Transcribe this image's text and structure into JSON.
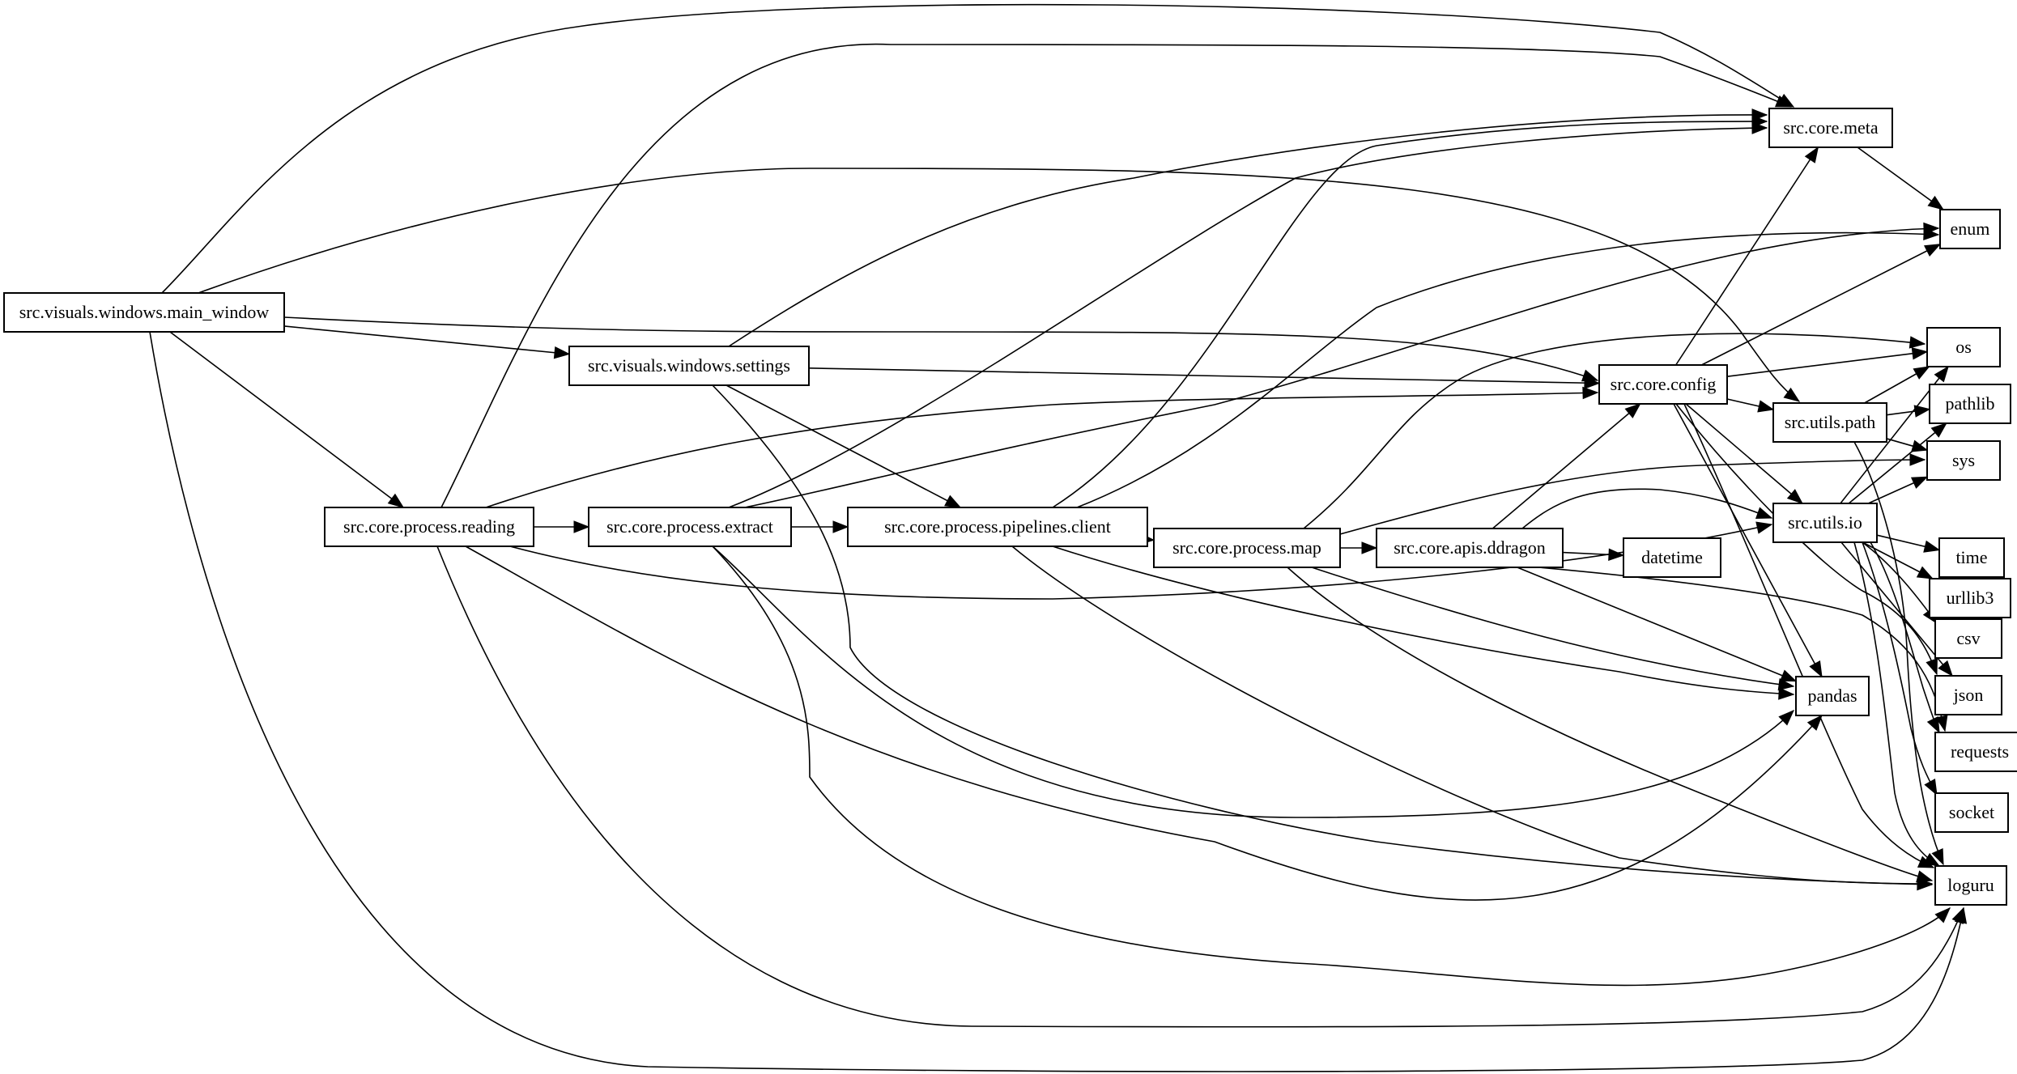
{
  "diagram": {
    "colors": {
      "node_border": "#000000",
      "node_fill": "#ffffff",
      "edge": "#000000",
      "text": "#000000",
      "background": "#ffffff"
    },
    "nodes": [
      {
        "id": "main_window",
        "label": "src.visuals.windows.main_window"
      },
      {
        "id": "settings",
        "label": "src.visuals.windows.settings"
      },
      {
        "id": "reading",
        "label": "src.core.process.reading"
      },
      {
        "id": "extract",
        "label": "src.core.process.extract"
      },
      {
        "id": "pipelines_client",
        "label": "src.core.process.pipelines.client"
      },
      {
        "id": "map",
        "label": "src.core.process.map"
      },
      {
        "id": "ddragon",
        "label": "src.core.apis.ddragon"
      },
      {
        "id": "datetime",
        "label": "datetime"
      },
      {
        "id": "config",
        "label": "src.core.config"
      },
      {
        "id": "meta",
        "label": "src.core.meta"
      },
      {
        "id": "enum",
        "label": "enum"
      },
      {
        "id": "os",
        "label": "os"
      },
      {
        "id": "utils_path",
        "label": "src.utils.path"
      },
      {
        "id": "pathlib",
        "label": "pathlib"
      },
      {
        "id": "sys",
        "label": "sys"
      },
      {
        "id": "utils_io",
        "label": "src.utils.io"
      },
      {
        "id": "time",
        "label": "time"
      },
      {
        "id": "urllib3",
        "label": "urllib3"
      },
      {
        "id": "csv",
        "label": "csv"
      },
      {
        "id": "json",
        "label": "json"
      },
      {
        "id": "pandas",
        "label": "pandas"
      },
      {
        "id": "requests",
        "label": "requests"
      },
      {
        "id": "socket",
        "label": "socket"
      },
      {
        "id": "loguru",
        "label": "loguru"
      }
    ],
    "edges": [
      {
        "from": "main_window",
        "to": "meta"
      },
      {
        "from": "main_window",
        "to": "utils_path"
      },
      {
        "from": "main_window",
        "to": "config"
      },
      {
        "from": "main_window",
        "to": "settings"
      },
      {
        "from": "main_window",
        "to": "reading"
      },
      {
        "from": "main_window",
        "to": "loguru"
      },
      {
        "from": "settings",
        "to": "meta"
      },
      {
        "from": "settings",
        "to": "config"
      },
      {
        "from": "settings",
        "to": "pipelines_client"
      },
      {
        "from": "settings",
        "to": "loguru"
      },
      {
        "from": "reading",
        "to": "meta"
      },
      {
        "from": "reading",
        "to": "config"
      },
      {
        "from": "reading",
        "to": "extract"
      },
      {
        "from": "reading",
        "to": "utils_io"
      },
      {
        "from": "reading",
        "to": "pandas"
      },
      {
        "from": "reading",
        "to": "loguru"
      },
      {
        "from": "extract",
        "to": "meta"
      },
      {
        "from": "extract",
        "to": "enum"
      },
      {
        "from": "extract",
        "to": "pipelines_client"
      },
      {
        "from": "extract",
        "to": "pandas"
      },
      {
        "from": "extract",
        "to": "loguru"
      },
      {
        "from": "pipelines_client",
        "to": "meta"
      },
      {
        "from": "pipelines_client",
        "to": "enum"
      },
      {
        "from": "pipelines_client",
        "to": "map"
      },
      {
        "from": "pipelines_client",
        "to": "pandas"
      },
      {
        "from": "pipelines_client",
        "to": "loguru"
      },
      {
        "from": "map",
        "to": "os"
      },
      {
        "from": "map",
        "to": "sys"
      },
      {
        "from": "map",
        "to": "ddragon"
      },
      {
        "from": "map",
        "to": "pandas"
      },
      {
        "from": "map",
        "to": "loguru"
      },
      {
        "from": "ddragon",
        "to": "config"
      },
      {
        "from": "ddragon",
        "to": "utils_io"
      },
      {
        "from": "ddragon",
        "to": "datetime"
      },
      {
        "from": "ddragon",
        "to": "pandas"
      },
      {
        "from": "ddragon",
        "to": "requests"
      },
      {
        "from": "config",
        "to": "meta"
      },
      {
        "from": "config",
        "to": "enum"
      },
      {
        "from": "config",
        "to": "os"
      },
      {
        "from": "config",
        "to": "utils_path"
      },
      {
        "from": "config",
        "to": "utils_io"
      },
      {
        "from": "config",
        "to": "pandas"
      },
      {
        "from": "config",
        "to": "json"
      },
      {
        "from": "config",
        "to": "loguru"
      },
      {
        "from": "meta",
        "to": "enum"
      },
      {
        "from": "utils_path",
        "to": "os"
      },
      {
        "from": "utils_path",
        "to": "pathlib"
      },
      {
        "from": "utils_path",
        "to": "sys"
      },
      {
        "from": "utils_path",
        "to": "loguru"
      },
      {
        "from": "utils_io",
        "to": "os"
      },
      {
        "from": "utils_io",
        "to": "pathlib"
      },
      {
        "from": "utils_io",
        "to": "sys"
      },
      {
        "from": "utils_io",
        "to": "time"
      },
      {
        "from": "utils_io",
        "to": "urllib3"
      },
      {
        "from": "utils_io",
        "to": "csv"
      },
      {
        "from": "utils_io",
        "to": "json"
      },
      {
        "from": "utils_io",
        "to": "requests"
      },
      {
        "from": "utils_io",
        "to": "socket"
      },
      {
        "from": "utils_io",
        "to": "loguru"
      }
    ]
  }
}
